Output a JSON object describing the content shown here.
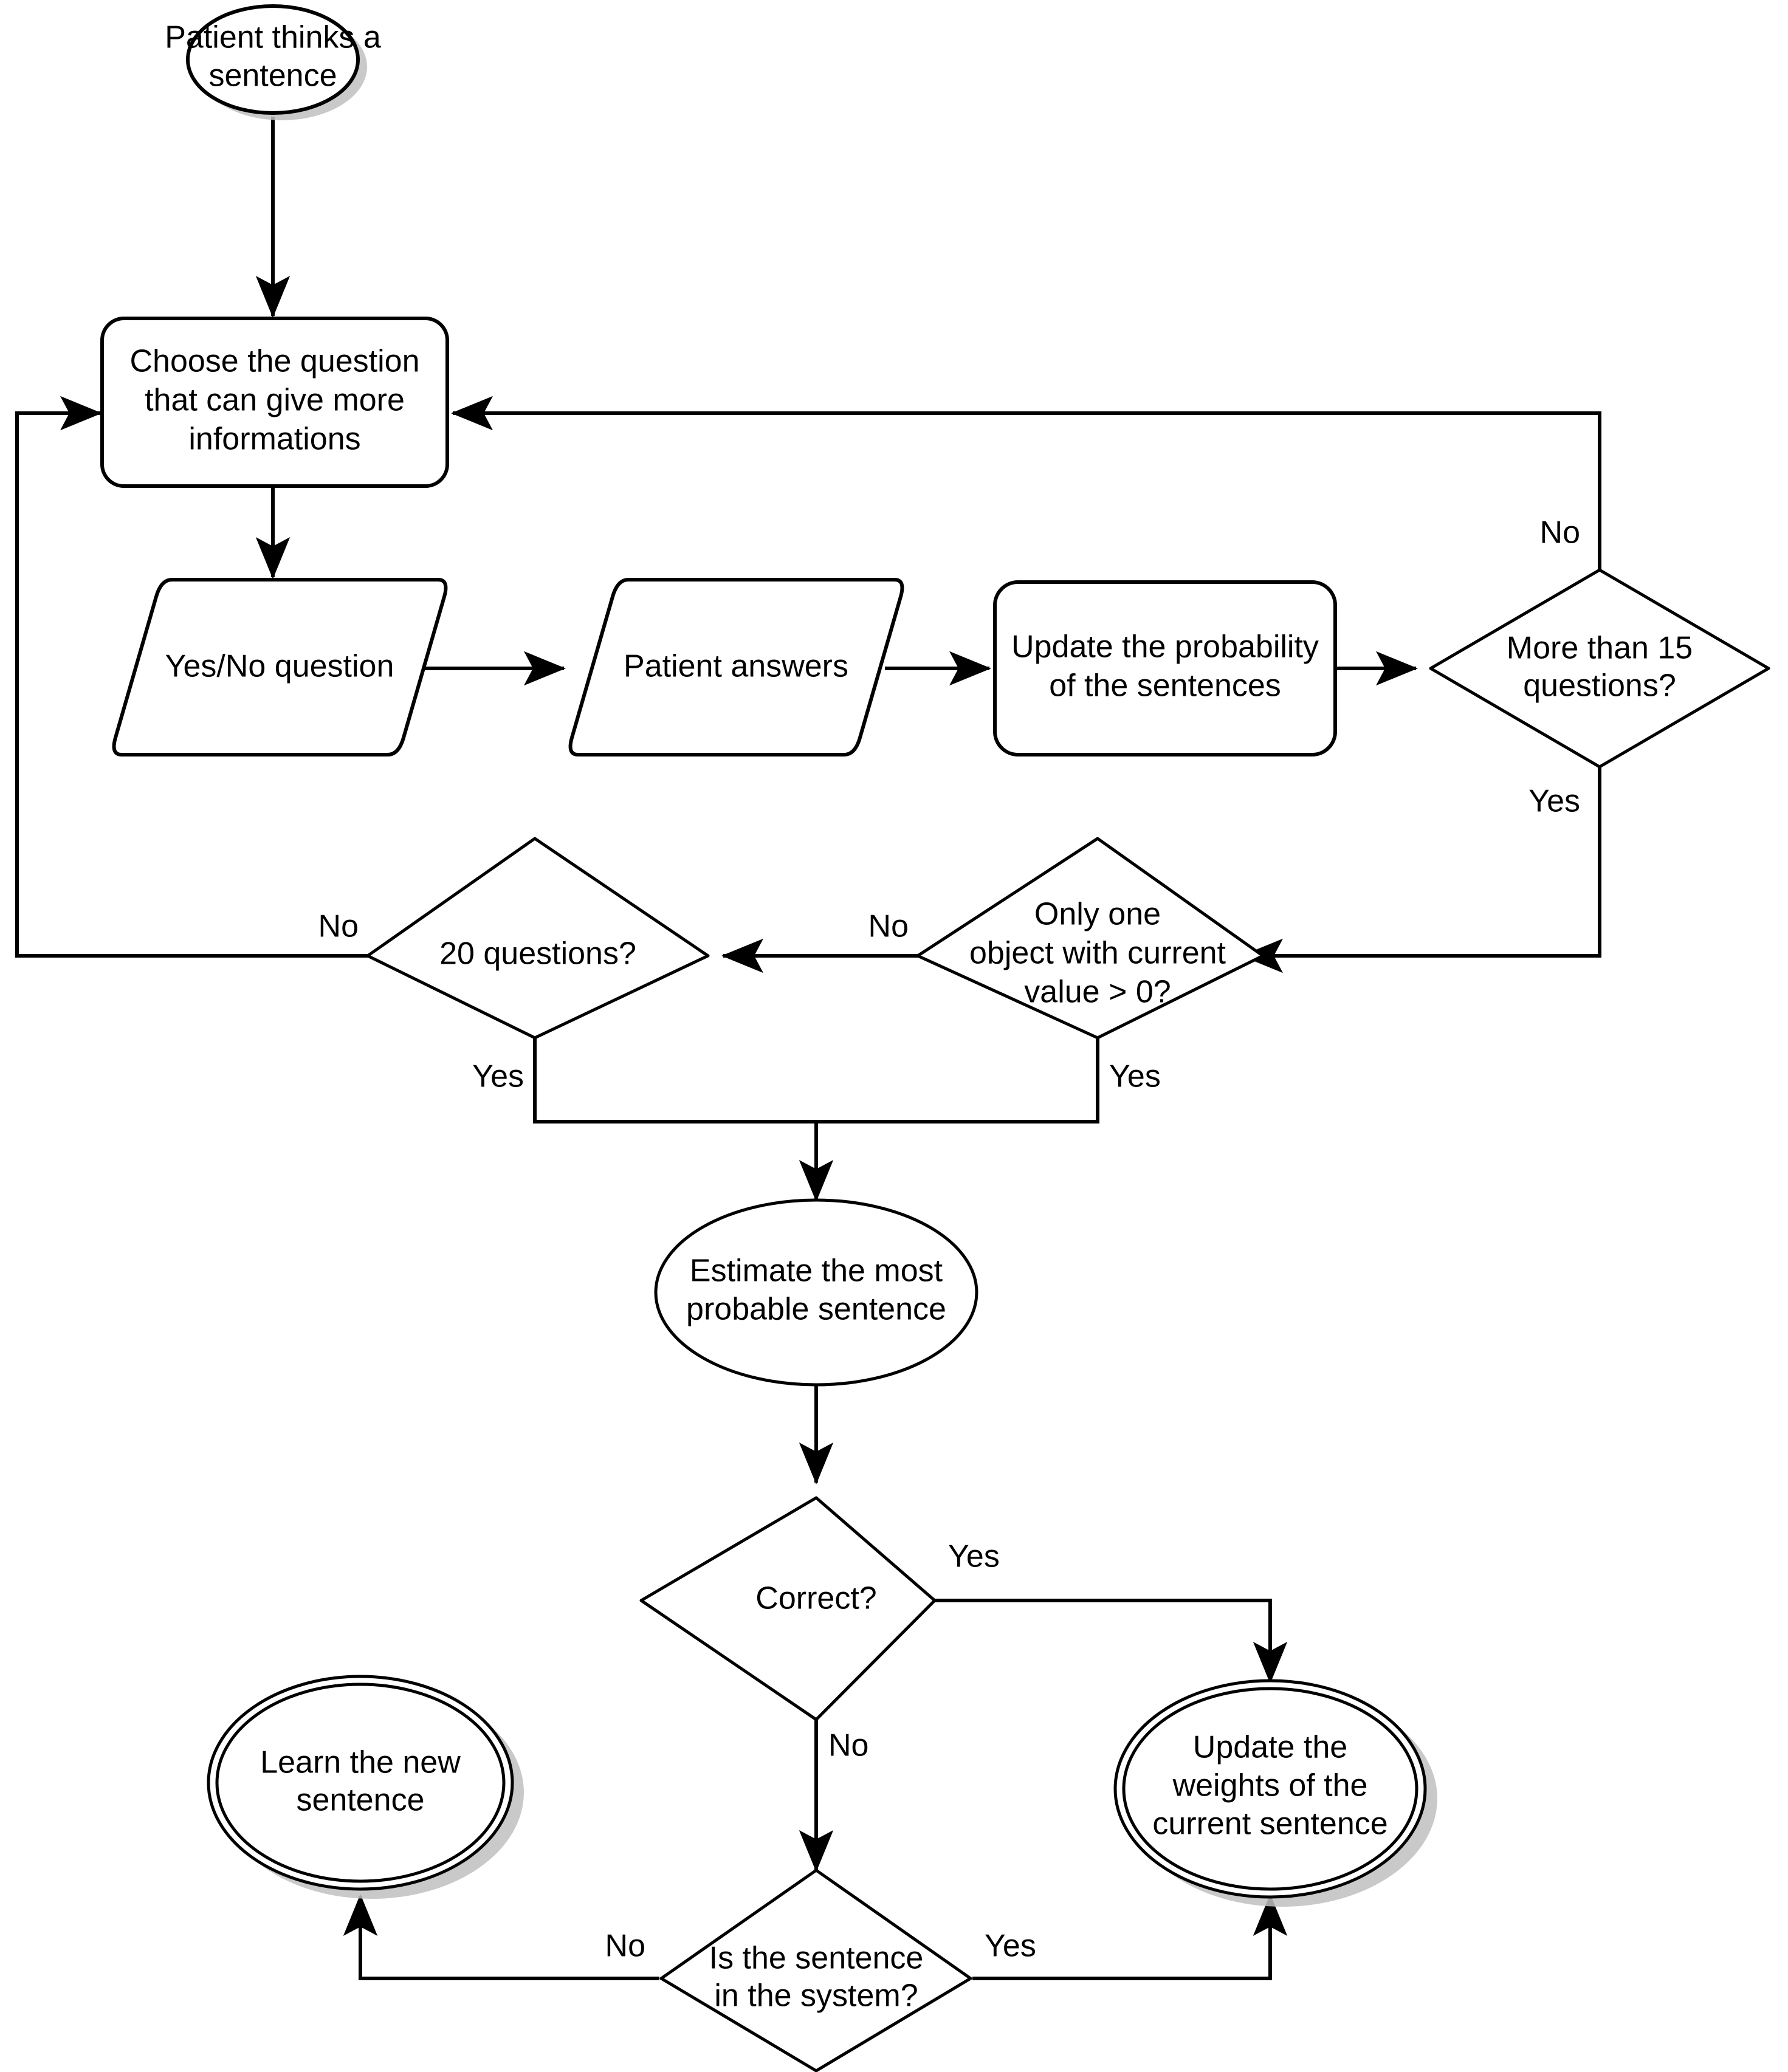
{
  "diagram": {
    "type": "flowchart",
    "title": "",
    "nodes": {
      "start": {
        "label_line1": "Patient thinks a",
        "label_line2": "sentence",
        "shape": "ellipse-terminator"
      },
      "choose_question": {
        "label_line1": "Choose the question",
        "label_line2": "that can give more",
        "label_line3": "informations",
        "shape": "rounded-rectangle"
      },
      "yes_no_question": {
        "label_line1": "Yes/No question",
        "shape": "parallelogram"
      },
      "patient_answers": {
        "label_line1": "Patient answers",
        "shape": "parallelogram"
      },
      "update_probability": {
        "label_line1": "Update the probability",
        "label_line2": "of the sentences",
        "shape": "rounded-rectangle"
      },
      "more_than_15": {
        "label_line1": "More than 15",
        "label_line2": "questions?",
        "shape": "diamond"
      },
      "twenty_questions": {
        "label_line1": "20 questions?",
        "shape": "diamond"
      },
      "only_one_object": {
        "label_line1": "Only one",
        "label_line2": "object with current",
        "label_line3": "value > 0?",
        "shape": "diamond"
      },
      "estimate_sentence": {
        "label_line1": "Estimate the most",
        "label_line2": "probable sentence",
        "shape": "ellipse"
      },
      "correct": {
        "label_line1": "Correct?",
        "shape": "diamond"
      },
      "learn_new_sentence": {
        "label_line1": "Learn the new",
        "label_line2": "sentence",
        "shape": "double-ellipse-terminator"
      },
      "update_weights": {
        "label_line1": "Update the",
        "label_line2": "weights of the",
        "label_line3": "current sentence",
        "shape": "double-ellipse-terminator"
      },
      "sentence_in_system": {
        "label_line1": "Is the sentence",
        "label_line2": "in the system?",
        "shape": "diamond"
      }
    },
    "edge_labels": {
      "more_than_15_no": "No",
      "more_than_15_yes": "Yes",
      "twenty_questions_no": "No",
      "twenty_questions_yes": "Yes",
      "only_one_object_no": "No",
      "only_one_object_yes": "Yes",
      "correct_yes": "Yes",
      "correct_no": "No",
      "sentence_in_system_no": "No",
      "sentence_in_system_yes": "Yes"
    },
    "colors": {
      "stroke": "#000000",
      "fill": "#ffffff",
      "shadow": "#bfbfbf",
      "background": "#ffffff"
    }
  }
}
